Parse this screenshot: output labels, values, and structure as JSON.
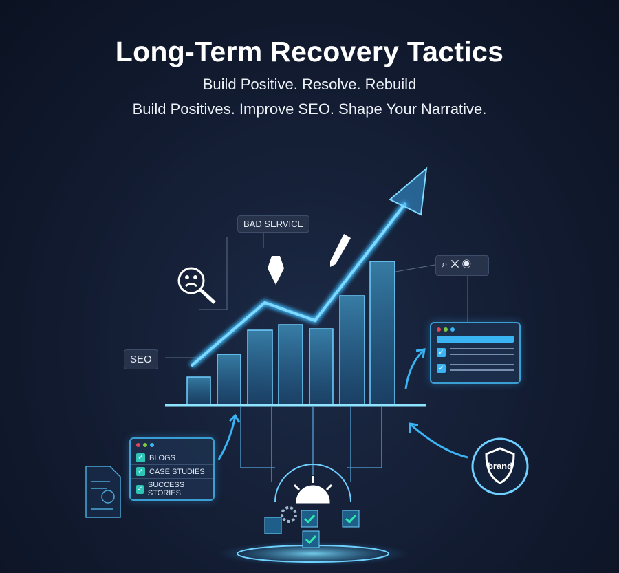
{
  "header": {
    "title": "Long-Term Recovery Tactics",
    "subtitle1": "Build Positive. Resolve. Rebuild",
    "subtitle2": "Build Positives. Improve SEO. Shape Your Narrative."
  },
  "tags": {
    "bad_service": "BAD SERVICE",
    "seo": "SEO",
    "brand": "brand"
  },
  "content_panel": {
    "items": [
      "BLOGS",
      "CASE STUDIES",
      "SUCCESS STORIES"
    ]
  },
  "colors": {
    "accent": "#3ab4f2",
    "check": "#2ec4b6",
    "dot_red": "#e0455a",
    "dot_green": "#7ac943",
    "dot_blue": "#3ab4f2"
  }
}
